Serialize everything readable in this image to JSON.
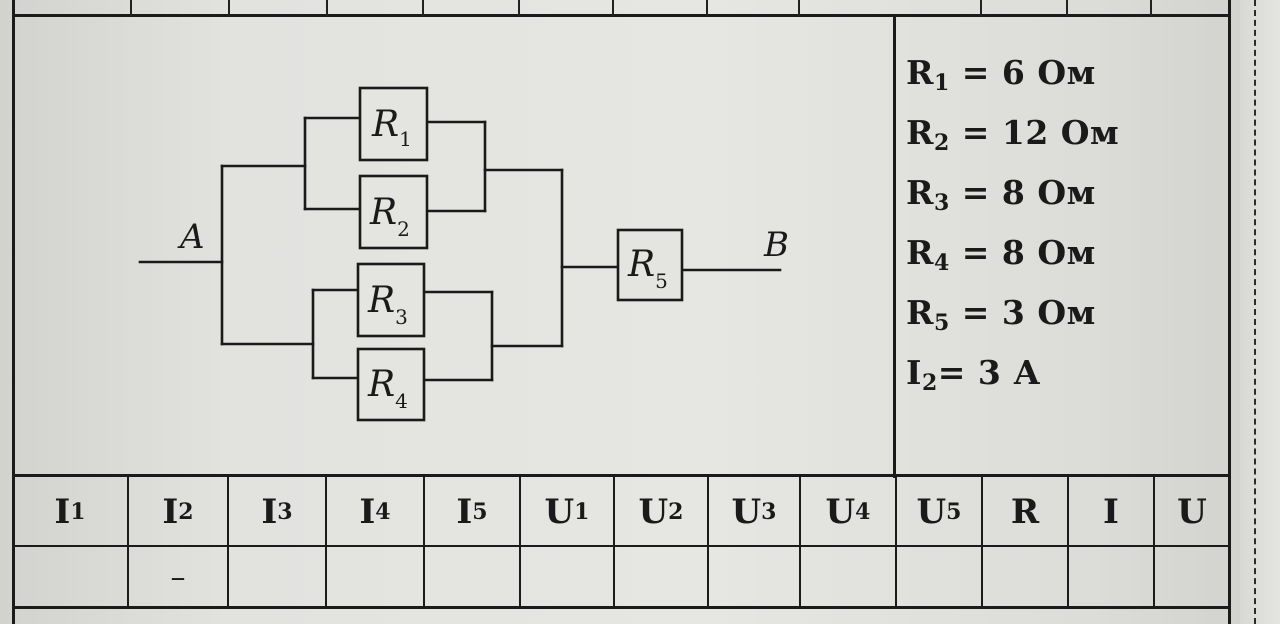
{
  "diagram": {
    "node_a": "A",
    "node_b": "B",
    "resistors": [
      {
        "id": "r1",
        "letter": "R",
        "sub": "1"
      },
      {
        "id": "r2",
        "letter": "R",
        "sub": "2"
      },
      {
        "id": "r3",
        "letter": "R",
        "sub": "3"
      },
      {
        "id": "r4",
        "letter": "R",
        "sub": "4"
      },
      {
        "id": "r5",
        "letter": "R",
        "sub": "5"
      }
    ]
  },
  "given": [
    {
      "sym": "R",
      "sub": "1",
      "rest": " = 6 Ом"
    },
    {
      "sym": "R",
      "sub": "2",
      "rest": " = 12 Ом"
    },
    {
      "sym": "R",
      "sub": "3",
      "rest": " = 8 Ом"
    },
    {
      "sym": "R",
      "sub": "4",
      "rest": " = 8 Ом"
    },
    {
      "sym": "R",
      "sub": "5",
      "rest": " = 3 Ом"
    },
    {
      "sym": "I",
      "sub": "2",
      "rest": "= 3 А"
    }
  ],
  "table": {
    "headers": [
      {
        "sym": "I",
        "sub": "1"
      },
      {
        "sym": "I",
        "sub": "2"
      },
      {
        "sym": "I",
        "sub": "3"
      },
      {
        "sym": "I",
        "sub": "4"
      },
      {
        "sym": "I",
        "sub": "5"
      },
      {
        "sym": "U",
        "sub": "1"
      },
      {
        "sym": "U",
        "sub": "2"
      },
      {
        "sym": "U",
        "sub": "3"
      },
      {
        "sym": "U",
        "sub": "4"
      },
      {
        "sym": "U",
        "sub": "5"
      },
      {
        "sym": "R",
        "sub": ""
      },
      {
        "sym": "I",
        "sub": ""
      },
      {
        "sym": "U",
        "sub": ""
      }
    ],
    "answers": [
      "",
      "–",
      "",
      "",
      "",
      "",
      "",
      "",
      "",
      "",
      "",
      "",
      ""
    ]
  }
}
